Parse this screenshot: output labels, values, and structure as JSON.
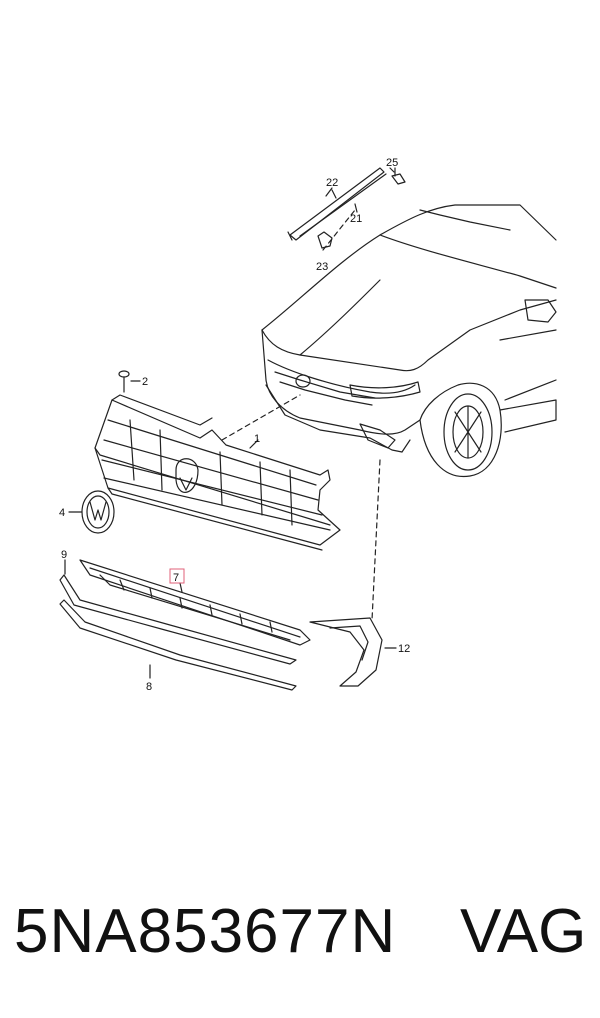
{
  "diagram": {
    "callouts": [
      {
        "id": "c22",
        "label": "22"
      },
      {
        "id": "c25",
        "label": "25"
      },
      {
        "id": "c21",
        "label": "21"
      },
      {
        "id": "c23",
        "label": "23"
      },
      {
        "id": "c2",
        "label": "2"
      },
      {
        "id": "c1",
        "label": "1"
      },
      {
        "id": "c4",
        "label": "4"
      },
      {
        "id": "c9",
        "label": "9"
      },
      {
        "id": "c7",
        "label": "7"
      },
      {
        "id": "c12",
        "label": "12"
      },
      {
        "id": "c8",
        "label": "8"
      }
    ],
    "highlight_color": "#e0607a"
  },
  "footer": {
    "part_number": "5NA853677N",
    "brand": "VAG"
  }
}
